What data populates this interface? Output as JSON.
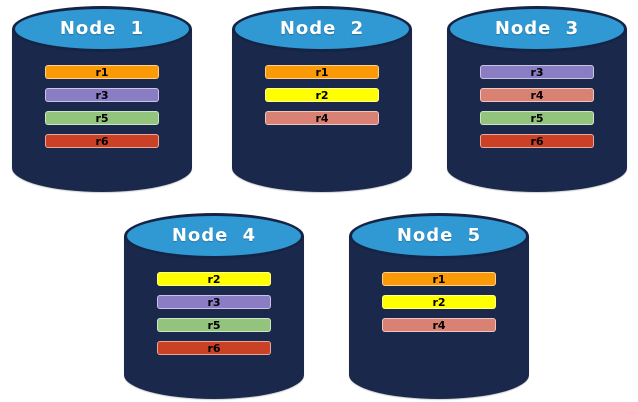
{
  "diagram": {
    "description": "Database nodes with replica partitions"
  },
  "palette": {
    "cylinder_body": "#1A284B",
    "cylinder_top": "#3099D4",
    "cylinder_outline": "#152444",
    "title_text": "#FFFFFF",
    "replica_text": "#000000"
  },
  "replica_colors": {
    "r1": "#FA9A06",
    "r2": "#FFFF00",
    "r3": "#8B7DC4",
    "r4": "#D98173",
    "r5": "#93C47D",
    "r6": "#CB4125"
  },
  "nodes": [
    {
      "title": "Node 1",
      "replicas": [
        "r1",
        "r3",
        "r5",
        "r6"
      ]
    },
    {
      "title": "Node 2",
      "replicas": [
        "r1",
        "r2",
        "r4"
      ]
    },
    {
      "title": "Node 3",
      "replicas": [
        "r3",
        "r4",
        "r5",
        "r6"
      ]
    },
    {
      "title": "Node 4",
      "replicas": [
        "r2",
        "r3",
        "r5",
        "r6"
      ]
    },
    {
      "title": "Node 5",
      "replicas": [
        "r1",
        "r2",
        "r4"
      ]
    }
  ]
}
